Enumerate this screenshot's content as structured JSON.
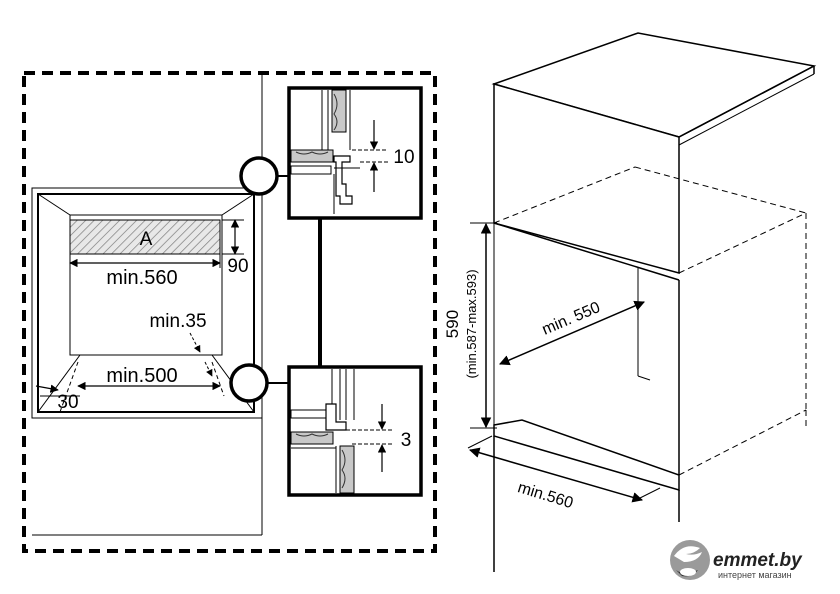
{
  "front_view": {
    "label_a": "A",
    "width_min": "min.560",
    "height_a": "90",
    "gap_min": "min.35",
    "depth_min": "min.500",
    "side_offset": "30"
  },
  "detail_top": {
    "gap": "10"
  },
  "detail_bottom": {
    "gap": "3"
  },
  "cabinet": {
    "depth_min": "min. 550",
    "height": "590",
    "height_range": "(min.587-max.593)",
    "width_min": "min.560"
  },
  "logo": {
    "name": "emmet.by",
    "tagline": "интернет магазин"
  }
}
